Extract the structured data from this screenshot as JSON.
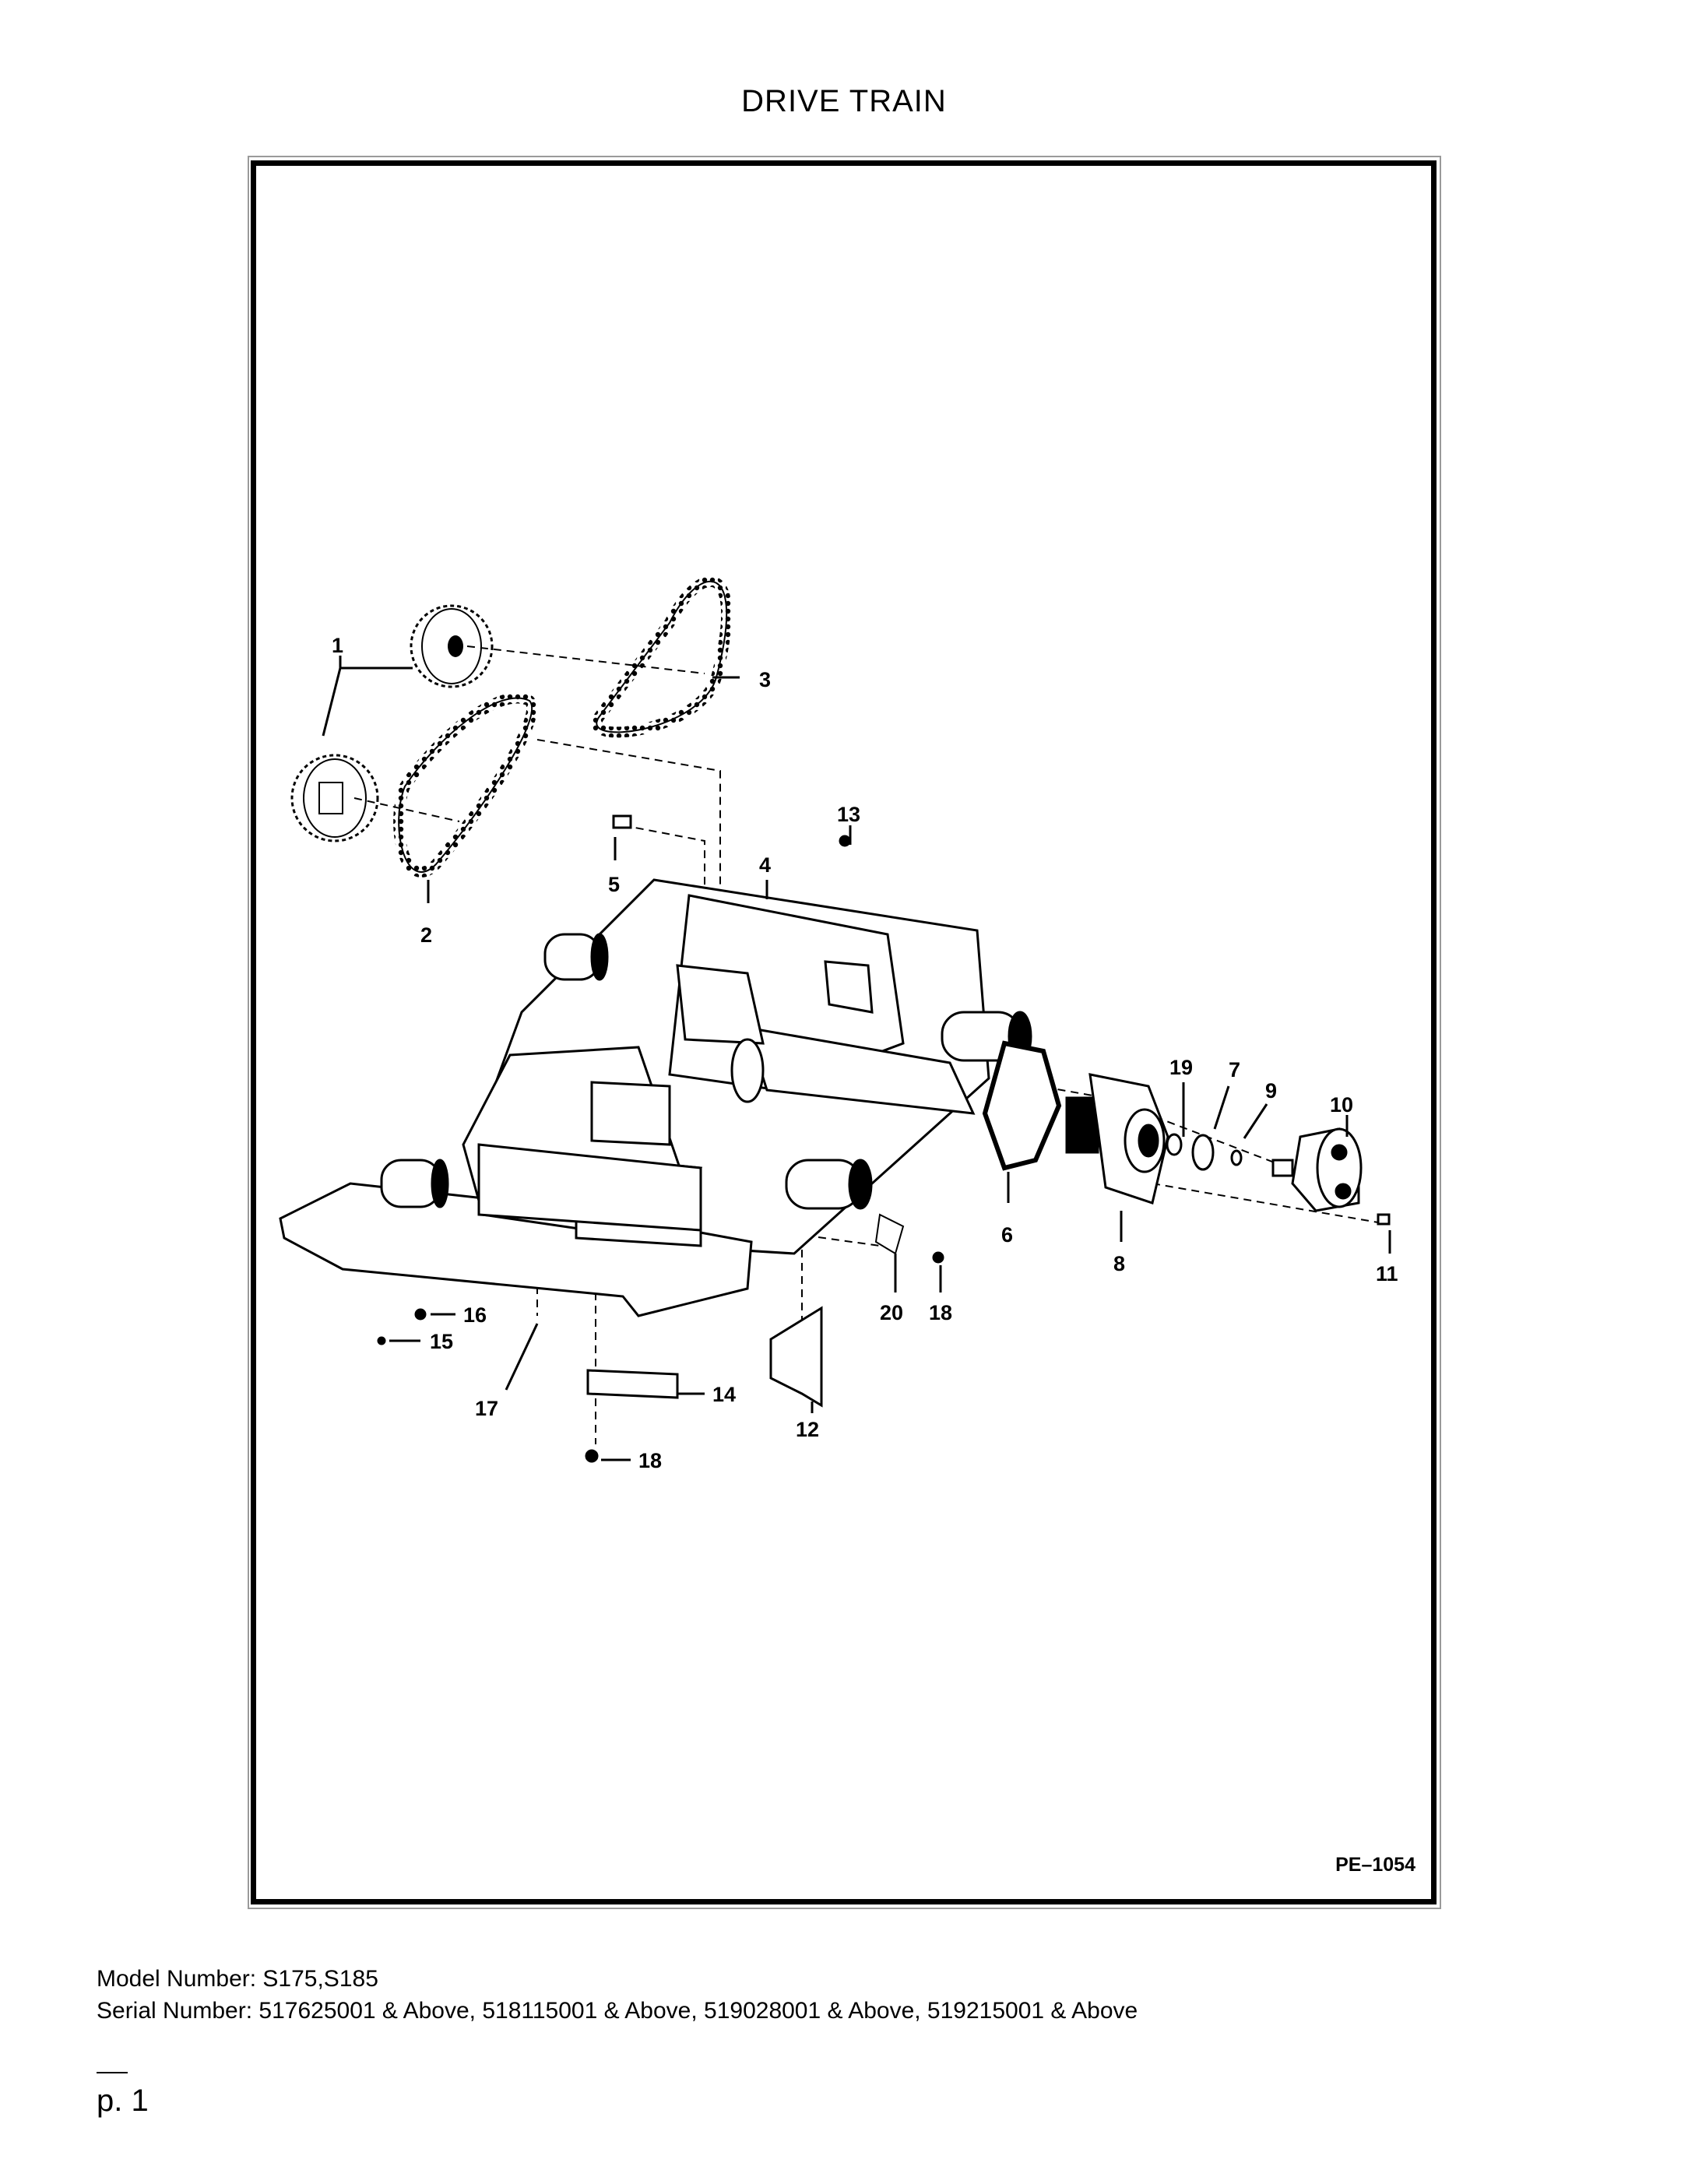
{
  "page": {
    "title": "DRIVE TRAIN",
    "figure_code": "PE–1054",
    "model_line": "Model Number: S175,S185",
    "serial_line": "Serial Number: 517625001 & Above, 518115001 & Above, 519028001 & Above, 519215001 & Above",
    "page_number": "p. 1"
  },
  "callouts": [
    "1",
    "2",
    "3",
    "4",
    "5",
    "6",
    "7",
    "8",
    "9",
    "10",
    "11",
    "12",
    "13",
    "14",
    "15",
    "16",
    "17",
    "18",
    "19",
    "20",
    "18"
  ]
}
